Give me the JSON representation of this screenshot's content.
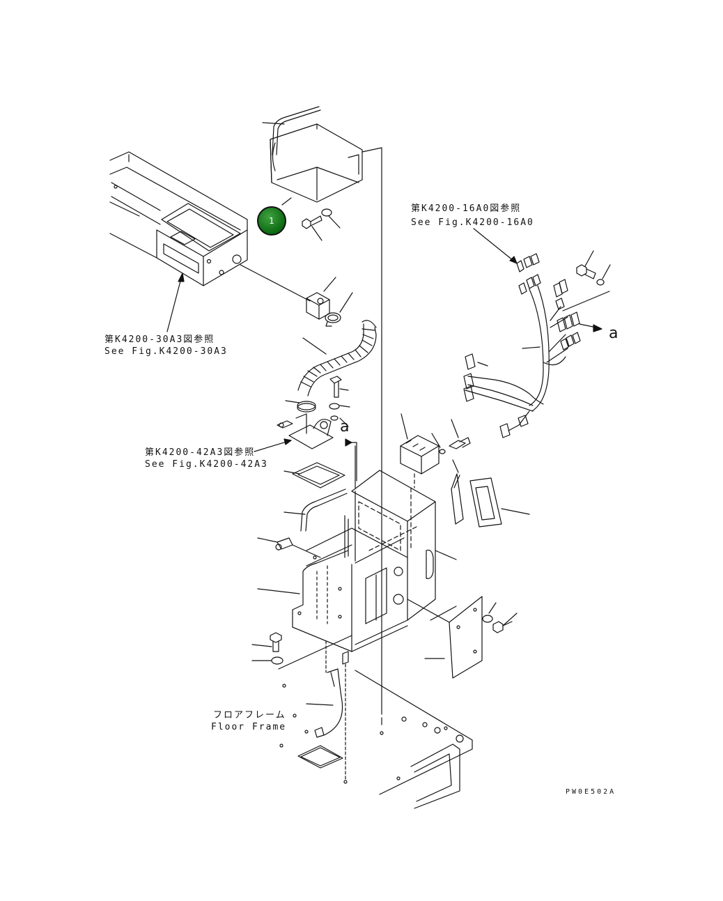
{
  "references": {
    "fig_16a0_jp": "第K4200-16A0図参照",
    "fig_16a0_en": "See Fig.K4200-16A0",
    "fig_30a3_jp": "第K4200-30A3図参照",
    "fig_30a3_en": "See Fig.K4200-30A3",
    "fig_42a3_jp": "第K4200-42A3図参照",
    "fig_42a3_en": "See Fig.K4200-42A3",
    "floor_frame_jp": "フロアフレーム",
    "floor_frame_en": "Floor Frame"
  },
  "callouts": {
    "a_right": "a",
    "a_mid": "a"
  },
  "hotspot": {
    "label": "1",
    "color": "#138a1a"
  },
  "figure_code": "PW0E502A"
}
